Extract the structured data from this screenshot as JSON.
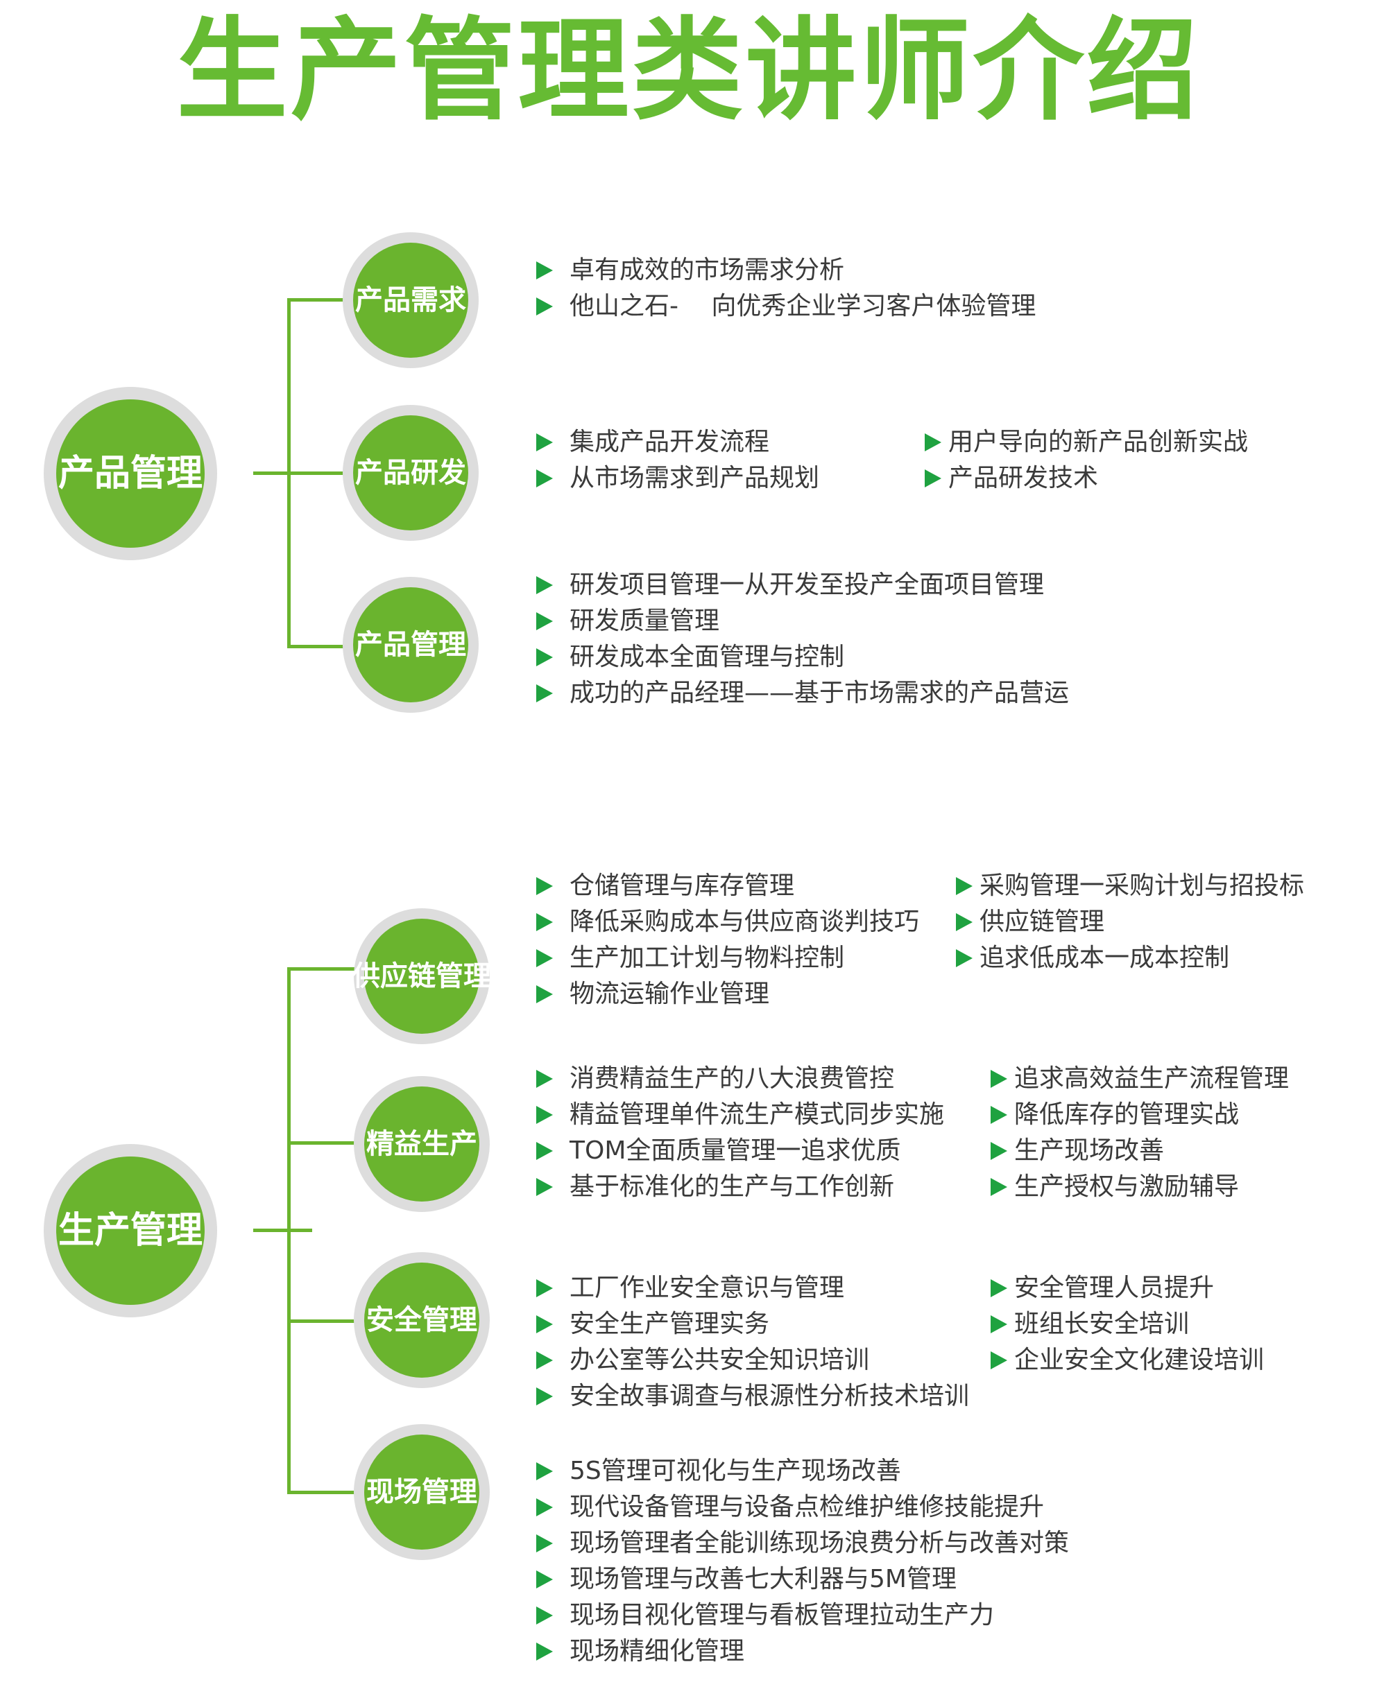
{
  "title": "生产管理类讲师介绍",
  "colors": {
    "title": "#66bb33",
    "circle": "#6ab42e",
    "ring": "#dddddd",
    "arrow": "#1fa240",
    "text": "#3a3a3a"
  },
  "sections": [
    {
      "main_label": [
        "产品",
        "管理"
      ],
      "subs": [
        {
          "label": [
            "产品",
            "需求"
          ],
          "columns": [
            [
              "卓有成效的市场需求分析",
              "他山之石-　 向优秀企业学习客户体验管理"
            ]
          ]
        },
        {
          "label": [
            "产品",
            "研发"
          ],
          "columns": [
            [
              "集成产品开发流程",
              "从市场需求到产品规划"
            ],
            [
              "用户导向的新产品创新实战",
              "产品研发技术"
            ]
          ]
        },
        {
          "label": [
            "产品",
            "管理"
          ],
          "columns": [
            [
              "研发项目管理一从开发至投产全面项目管理",
              "研发质量管理",
              "研发成本全面管理与控制",
              "成功的产品经理——基于市场需求的产品营运"
            ]
          ]
        }
      ]
    },
    {
      "main_label": [
        "生产",
        "管理"
      ],
      "subs": [
        {
          "label": [
            "供应链",
            "管理"
          ],
          "columns": [
            [
              "仓储管理与库存管理",
              "降低采购成本与供应商谈判技巧",
              "生产加工计划与物料控制",
              "物流运输作业管理"
            ],
            [
              "采购管理一采购计划与招投标",
              "供应链管理",
              "追求低成本一成本控制"
            ]
          ]
        },
        {
          "label": [
            "精益",
            "生产"
          ],
          "columns": [
            [
              "消费精益生产的八大浪费管控",
              "精益管理单件流生产模式同步实施",
              "TOM全面质量管理一追求优质",
              "基于标准化的生产与工作创新"
            ],
            [
              "追求高效益生产流程管理",
              "降低库存的管理实战",
              "生产现场改善",
              "生产授权与激励辅导"
            ]
          ]
        },
        {
          "label": [
            "安全",
            "管理"
          ],
          "columns": [
            [
              "工厂作业安全意识与管理",
              "安全生产管理实务",
              "办公室等公共安全知识培训",
              "安全故事调查与根源性分析技术培训"
            ],
            [
              "安全管理人员提升",
              "班组长安全培训",
              "企业安全文化建设培训"
            ]
          ]
        },
        {
          "label": [
            "现场",
            "管理"
          ],
          "columns": [
            [
              "5S管理可视化与生产现场改善",
              "现代设备管理与设备点检维护维修技能提升",
              "现场管理者全能训练现场浪费分析与改善对策",
              "现场管理与改善七大利器与5M管理",
              "现场目视化管理与看板管理拉动生产力",
              "现场精细化管理"
            ]
          ]
        }
      ]
    }
  ]
}
